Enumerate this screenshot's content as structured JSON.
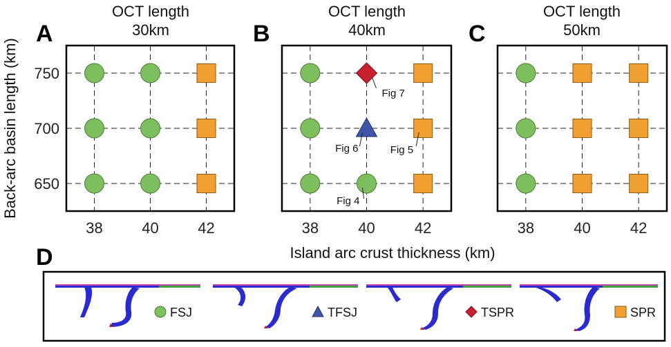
{
  "figure": {
    "y_axis_label": "Back-arc basin length (km)",
    "x_axis_label": "Island arc crust thickness (km)",
    "x_ticks": [
      38,
      40,
      42
    ],
    "y_ticks": [
      650,
      700,
      750
    ],
    "panel_d_letter": "D"
  },
  "colors": {
    "FSJ": "#7dbf5e",
    "TFSJ": "#3f55a8",
    "TSPR": "#c8202e",
    "SPR": "#f0a030"
  },
  "chart_data": [
    {
      "type": "scatter",
      "panel": "A",
      "title": "OCT length",
      "subtitle": "30km",
      "xlabel": "Island arc crust thickness (km)",
      "ylabel": "Back-arc basin length (km)",
      "xlim": [
        37,
        43
      ],
      "ylim": [
        625,
        775
      ],
      "grid": true,
      "points": [
        {
          "x": 38,
          "y": 750,
          "regime": "FSJ"
        },
        {
          "x": 40,
          "y": 750,
          "regime": "FSJ"
        },
        {
          "x": 42,
          "y": 750,
          "regime": "SPR"
        },
        {
          "x": 38,
          "y": 700,
          "regime": "FSJ"
        },
        {
          "x": 40,
          "y": 700,
          "regime": "FSJ"
        },
        {
          "x": 42,
          "y": 700,
          "regime": "SPR"
        },
        {
          "x": 38,
          "y": 650,
          "regime": "FSJ"
        },
        {
          "x": 40,
          "y": 650,
          "regime": "FSJ"
        },
        {
          "x": 42,
          "y": 650,
          "regime": "SPR"
        }
      ]
    },
    {
      "type": "scatter",
      "panel": "B",
      "title": "OCT length",
      "subtitle": "40km",
      "xlabel": "Island arc crust thickness (km)",
      "ylabel": "Back-arc basin length (km)",
      "xlim": [
        37,
        43
      ],
      "ylim": [
        625,
        775
      ],
      "grid": true,
      "points": [
        {
          "x": 38,
          "y": 750,
          "regime": "FSJ"
        },
        {
          "x": 40,
          "y": 750,
          "regime": "TSPR",
          "annotation": "Fig 7"
        },
        {
          "x": 42,
          "y": 750,
          "regime": "SPR"
        },
        {
          "x": 38,
          "y": 700,
          "regime": "FSJ"
        },
        {
          "x": 40,
          "y": 700,
          "regime": "TFSJ",
          "annotation": "Fig 6"
        },
        {
          "x": 42,
          "y": 700,
          "regime": "SPR",
          "annotation": "Fig 5"
        },
        {
          "x": 38,
          "y": 650,
          "regime": "FSJ"
        },
        {
          "x": 40,
          "y": 650,
          "regime": "FSJ",
          "annotation": "Fig 4"
        },
        {
          "x": 42,
          "y": 650,
          "regime": "SPR"
        }
      ]
    },
    {
      "type": "scatter",
      "panel": "C",
      "title": "OCT length",
      "subtitle": "50km",
      "xlabel": "Island arc crust thickness (km)",
      "ylabel": "Back-arc basin length (km)",
      "xlim": [
        37,
        43
      ],
      "ylim": [
        625,
        775
      ],
      "grid": true,
      "points": [
        {
          "x": 38,
          "y": 750,
          "regime": "FSJ"
        },
        {
          "x": 40,
          "y": 750,
          "regime": "SPR"
        },
        {
          "x": 42,
          "y": 750,
          "regime": "SPR"
        },
        {
          "x": 38,
          "y": 700,
          "regime": "FSJ"
        },
        {
          "x": 40,
          "y": 700,
          "regime": "SPR"
        },
        {
          "x": 42,
          "y": 700,
          "regime": "SPR"
        },
        {
          "x": 38,
          "y": 650,
          "regime": "FSJ"
        },
        {
          "x": 40,
          "y": 650,
          "regime": "SPR"
        },
        {
          "x": 42,
          "y": 650,
          "regime": "SPR"
        }
      ]
    }
  ],
  "legend": [
    {
      "key": "FSJ",
      "label": "FSJ",
      "shape": "circle"
    },
    {
      "key": "TFSJ",
      "label": "TFSJ",
      "shape": "triangle"
    },
    {
      "key": "TSPR",
      "label": "TSPR",
      "shape": "diamond"
    },
    {
      "key": "SPR",
      "label": "SPR",
      "shape": "square"
    }
  ]
}
